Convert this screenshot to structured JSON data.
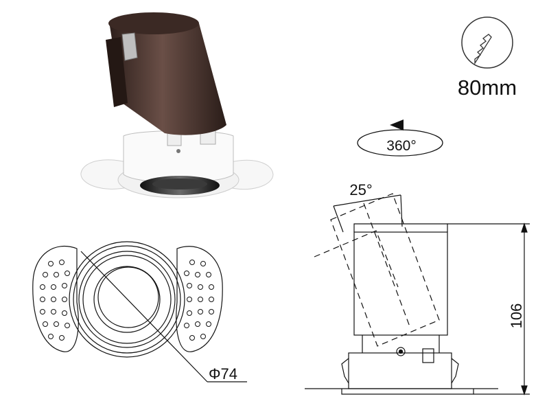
{
  "product": {
    "colors": {
      "housing": "#4a3630",
      "bracket": "#f4f4f4",
      "reflector": "#2a2a2a",
      "line": "#111111"
    }
  },
  "cutout": {
    "size_label": "80mm",
    "icon": "cutout-hole-icon"
  },
  "rotation": {
    "label": "360°",
    "icon": "rotation-arrow-icon"
  },
  "tilt": {
    "label": "25°"
  },
  "front_view": {
    "diameter_label": "Φ74"
  },
  "side_view": {
    "height_label": "106"
  }
}
